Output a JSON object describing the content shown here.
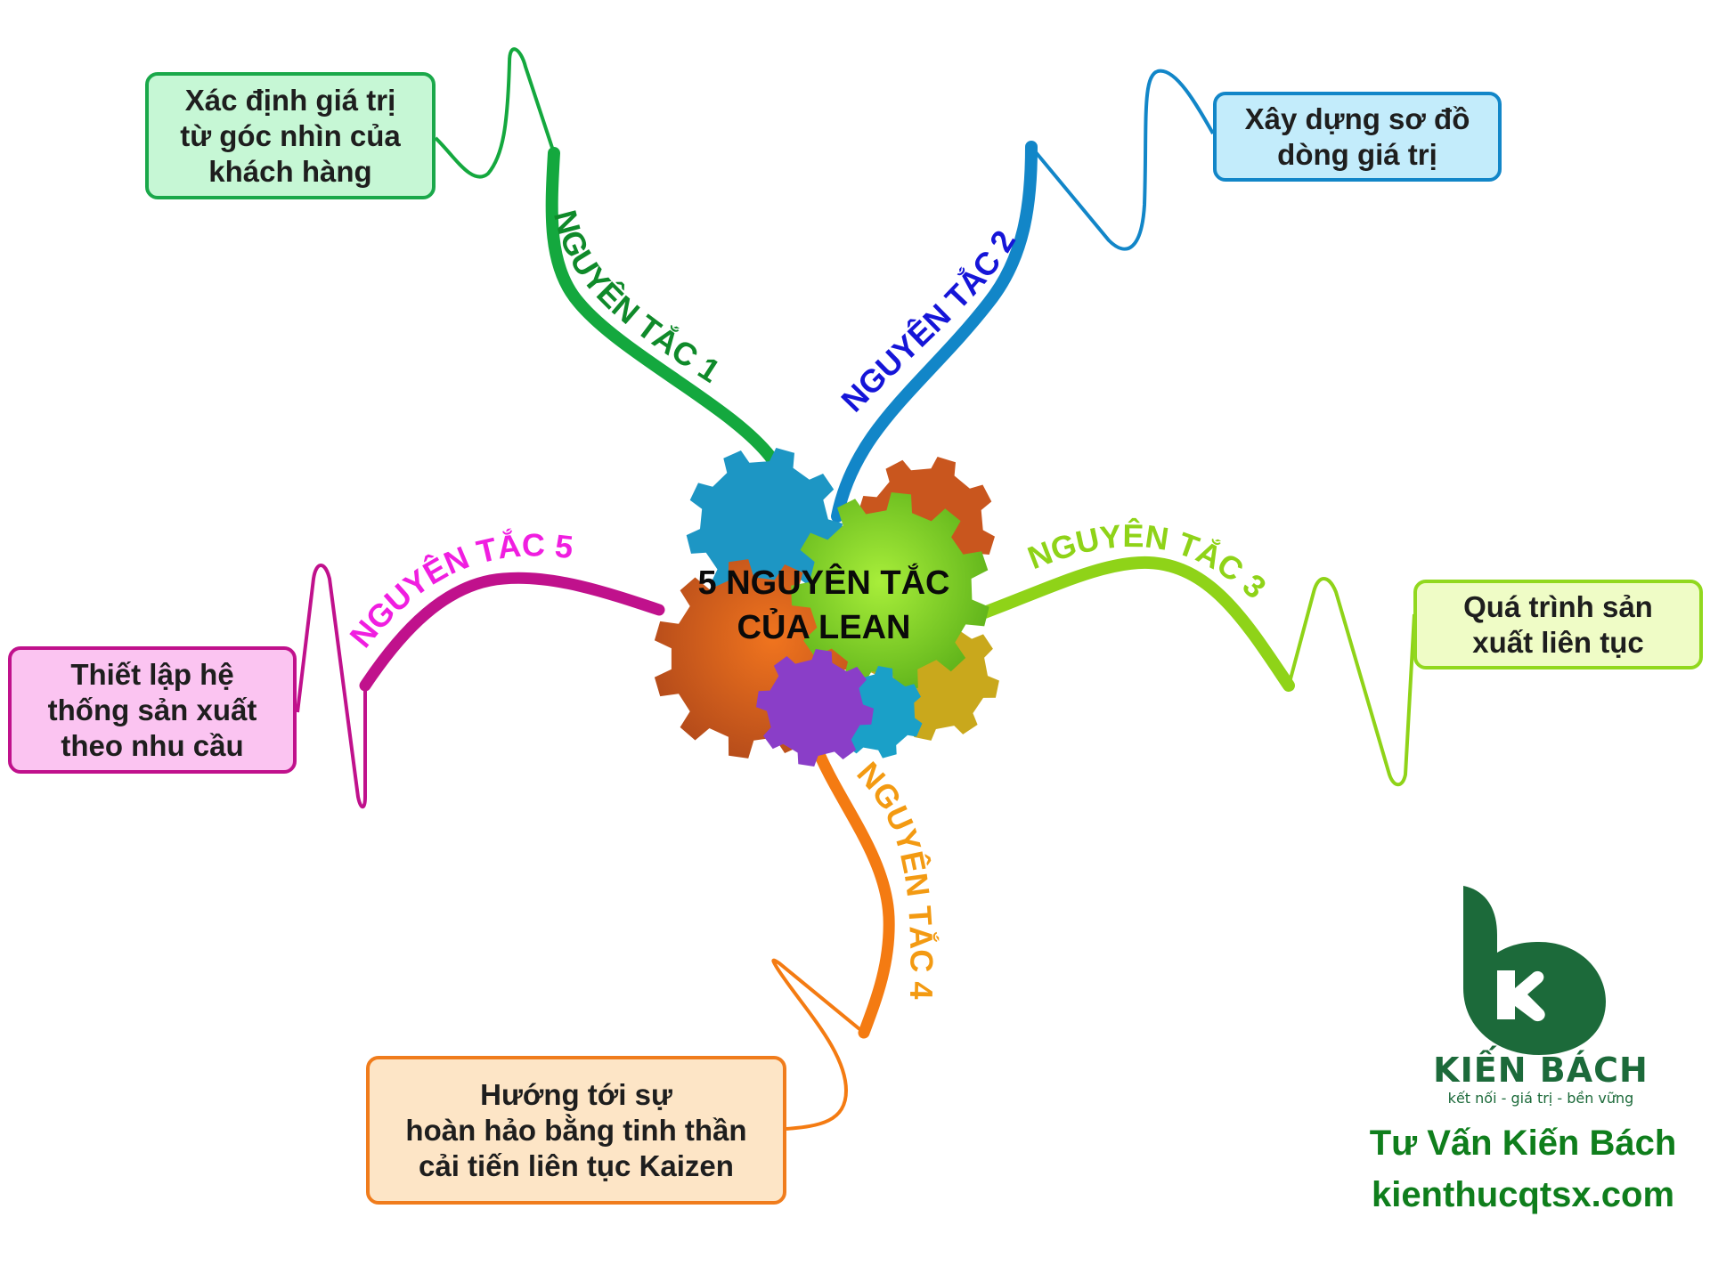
{
  "title": "5 NGUYÊN TẮC\nCỦA LEAN",
  "branches": [
    {
      "label": "NGUYÊN TẮC 1",
      "label_color": "#0f8a2a",
      "line_color": "#14a83e",
      "box_text": "Xác định giá trị\ntừ góc nhìn của\nkhách hàng"
    },
    {
      "label": "NGUYÊN TẮC 2",
      "label_color": "#1515d8",
      "line_color": "#1286c8",
      "box_text": "Xây dựng sơ đồ\ndòng giá trị"
    },
    {
      "label": "NGUYÊN TẮC 3",
      "label_color": "#8fd318",
      "line_color": "#8fd318",
      "box_text": "Quá trình sản\nxuất liên tục"
    },
    {
      "label": "NGUYÊN TẮC 4",
      "label_color": "#f39a12",
      "line_color": "#f47b12",
      "box_text": "Hướng tới sự\nhoàn hảo bằng tinh thần\ncải tiến liên tục Kaizen"
    },
    {
      "label": "NGUYÊN TẮC 5",
      "label_color": "#f01ee0",
      "line_color": "#c0118c",
      "box_text": "Thiết lập hệ\nthống sản xuất\ntheo nhu cầu"
    }
  ],
  "gears": [
    {
      "name": "gear-blue",
      "color": "#1d96c4"
    },
    {
      "name": "gear-rust",
      "color": "#c9561e"
    },
    {
      "name": "gear-orange",
      "color": "#d4601c"
    },
    {
      "name": "gear-yellow",
      "color": "#c9a81c"
    },
    {
      "name": "gear-green",
      "color": "#7bd01c"
    },
    {
      "name": "gear-teal",
      "color": "#1aa0c8"
    },
    {
      "name": "gear-purple",
      "color": "#8a3ec8"
    }
  ],
  "brand": {
    "logo_icon": "kien-bach-k-logo",
    "logo_color": "#1c6a3a",
    "name": "KIẾN BÁCH",
    "tagline": "kết nối - giá trị - bền vững"
  },
  "footer": {
    "line1": "Tư Vấn Kiến Bách",
    "line2": "kienthucqtsx.com",
    "color": "#0f7e1c"
  }
}
